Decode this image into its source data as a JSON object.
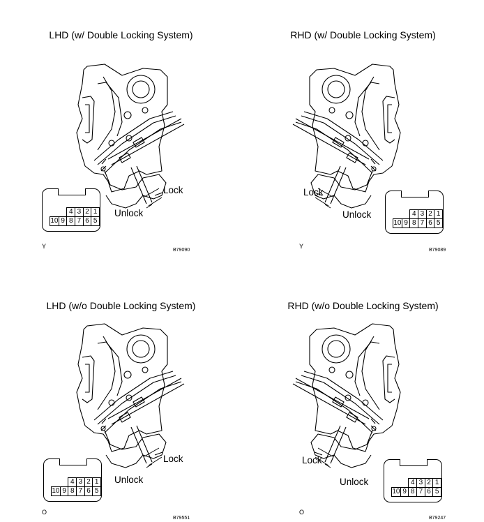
{
  "panels": [
    {
      "title": "LHD (w/ Double Locking System)",
      "lock": "Lock",
      "unlock": "Unlock",
      "code": "B79090",
      "mark": "Y",
      "pins_top": [
        "4",
        "3",
        "2",
        "1"
      ],
      "pins_bottom": [
        "10",
        "9",
        "8",
        "7",
        "6",
        "5"
      ]
    },
    {
      "title": "RHD (w/ Double Locking System)",
      "lock": "Lock",
      "unlock": "Unlock",
      "code": "B79089",
      "mark": "Y",
      "pins_top": [
        "4",
        "3",
        "2",
        "1"
      ],
      "pins_bottom": [
        "10",
        "9",
        "8",
        "7",
        "6",
        "5"
      ]
    },
    {
      "title": "LHD (w/o Double Locking System)",
      "lock": "Lock",
      "unlock": "Unlock",
      "code": "B79551",
      "mark": "O",
      "pins_top": [
        "4",
        "3",
        "2",
        "1"
      ],
      "pins_bottom": [
        "10",
        "9",
        "8",
        "7",
        "6",
        "5"
      ]
    },
    {
      "title": "RHD (w/o Double Locking System)",
      "lock": "Lock",
      "unlock": "Unlock",
      "code": "B79247",
      "mark": "O",
      "pins_top": [
        "4",
        "3",
        "2",
        "1"
      ],
      "pins_bottom": [
        "10",
        "9",
        "8",
        "7",
        "6",
        "5"
      ]
    }
  ],
  "colors": {
    "line": "#000000",
    "background": "#ffffff"
  }
}
